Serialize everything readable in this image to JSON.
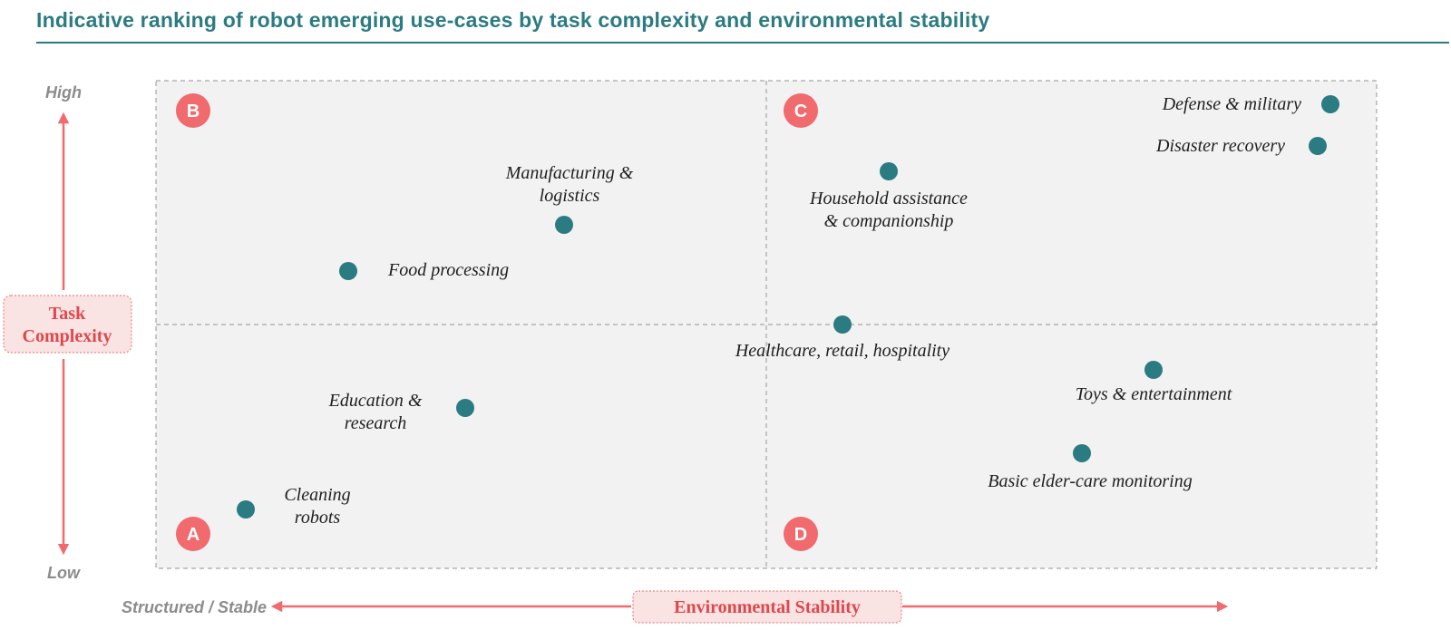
{
  "title": "Indicative ranking of robot emerging use-cases by task complexity and environmental stability",
  "colors": {
    "title": "#2b7b82",
    "point": "#2a7b82",
    "accent": "#f06a6e",
    "quadrant_bg": "#f2f2f2",
    "axis_title_text": "#e0474c"
  },
  "y_axis": {
    "title_lines": [
      "Task",
      "Complexity"
    ],
    "high_label": "High",
    "low_label": "Low"
  },
  "x_axis": {
    "title": "Environmental Stability",
    "left_label": "Structured / Stable"
  },
  "quadrant_labels": {
    "top_left": "B",
    "top_right": "C",
    "bottom_left": "A",
    "bottom_right": "D"
  },
  "use_cases": [
    {
      "lines": [
        "Manufacturing &",
        "logistics"
      ]
    },
    {
      "lines": [
        "Food processing"
      ]
    },
    {
      "lines": [
        "Household assistance",
        "& companionship"
      ]
    },
    {
      "lines": [
        "Defense & military"
      ]
    },
    {
      "lines": [
        "Disaster recovery"
      ]
    },
    {
      "lines": [
        "Healthcare, retail, hospitality"
      ]
    },
    {
      "lines": [
        "Education &",
        "research"
      ]
    },
    {
      "lines": [
        "Cleaning",
        "robots"
      ]
    },
    {
      "lines": [
        "Toys & entertainment"
      ]
    },
    {
      "lines": [
        "Basic elder-care monitoring"
      ]
    }
  ]
}
